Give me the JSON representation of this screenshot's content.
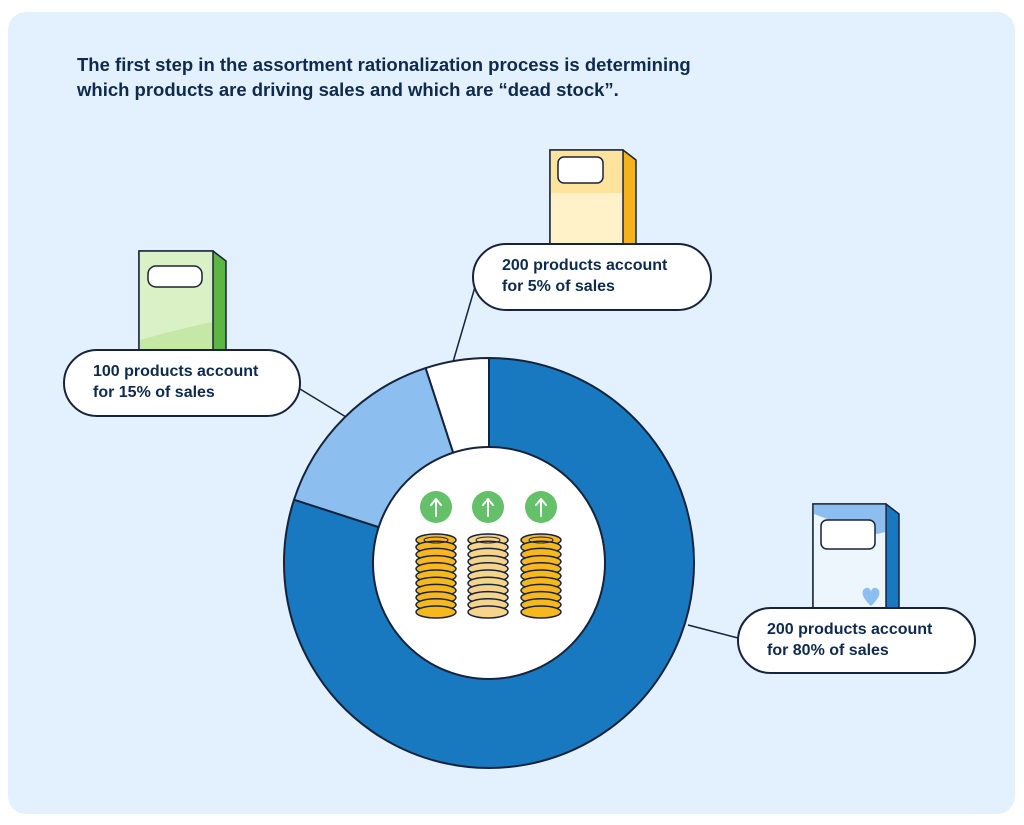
{
  "headline": {
    "line1": "The first step in the assortment rationalization process is determining",
    "line2": "which products are driving sales and which are “dead stock”."
  },
  "callouts": {
    "a": {
      "line1": "100 products account",
      "line2": "for 15% of sales",
      "box_color": "#c9ecb0"
    },
    "b": {
      "line1": "200 products account",
      "line2": "for 5% of sales",
      "box_color": "#fde6a7"
    },
    "c": {
      "line1": "200 products account",
      "line2": "for 80% of sales",
      "box_color": "#8cbff0"
    }
  },
  "chart_data": {
    "type": "pie",
    "style": "donut",
    "slices": [
      {
        "products": 200,
        "share_of_sales": 80,
        "color": "#1878c0"
      },
      {
        "products": 100,
        "share_of_sales": 15,
        "color": "#8cbfef"
      },
      {
        "products": 200,
        "share_of_sales": 5,
        "color": "#ffffff"
      }
    ],
    "center_icons": [
      "up-arrow-icon",
      "up-arrow-icon",
      "up-arrow-icon",
      "coin-stack-icon",
      "coin-stack-icon",
      "coin-stack-icon"
    ]
  },
  "colors": {
    "background": "#e3f0fd",
    "outline": "#16233a",
    "text": "#0e2a4d",
    "arrow_badge": "#65c06a",
    "coin": "#f7b81e",
    "coin_light": "#f7d48b"
  }
}
